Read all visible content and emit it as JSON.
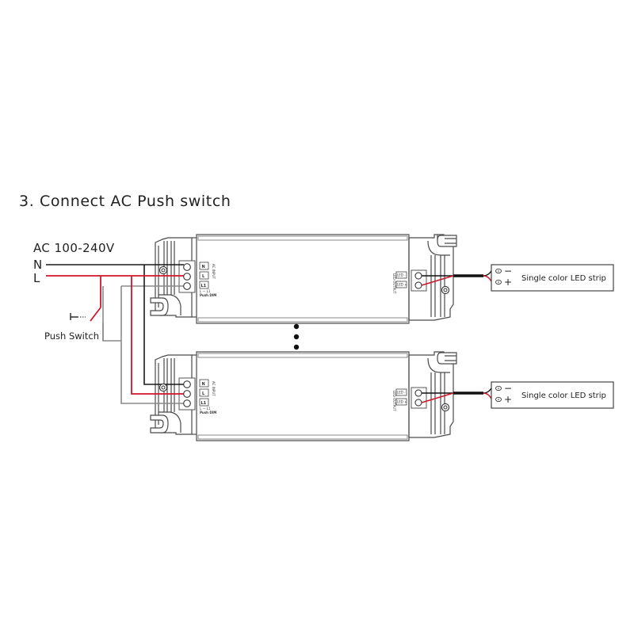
{
  "title": "3. Connect AC Push switch",
  "power": {
    "label": "AC 100-240V",
    "neutral": "N",
    "live": "L"
  },
  "push_switch": {
    "label": "Push Switch"
  },
  "drivers": [
    {
      "input_terminals": [
        "N",
        "L",
        "L1"
      ],
      "input_note": "L — L1",
      "input_caption": "Push DIM",
      "side_note": "AC INPUT",
      "output_terminals": [
        "LED -",
        "LED +"
      ],
      "output_side_note": "LED OUTPUT"
    },
    {
      "input_terminals": [
        "N",
        "L",
        "L1"
      ],
      "input_note": "L — L1",
      "input_caption": "Push DIM",
      "side_note": "AC INPUT",
      "output_terminals": [
        "LED -",
        "LED +"
      ],
      "output_side_note": "LED OUTPUT"
    }
  ],
  "strips": [
    {
      "label": "Single color LED strip",
      "minus": "−",
      "plus": "+"
    },
    {
      "label": "Single color LED strip",
      "minus": "−",
      "plus": "+"
    }
  ],
  "continuation": "more drivers (⋮)",
  "colors": {
    "neutral_wire": "#1a1a1a",
    "live_wire": "#d0162a",
    "switched_wire": "#8a8a8a",
    "outline": "#4a4a4a"
  }
}
